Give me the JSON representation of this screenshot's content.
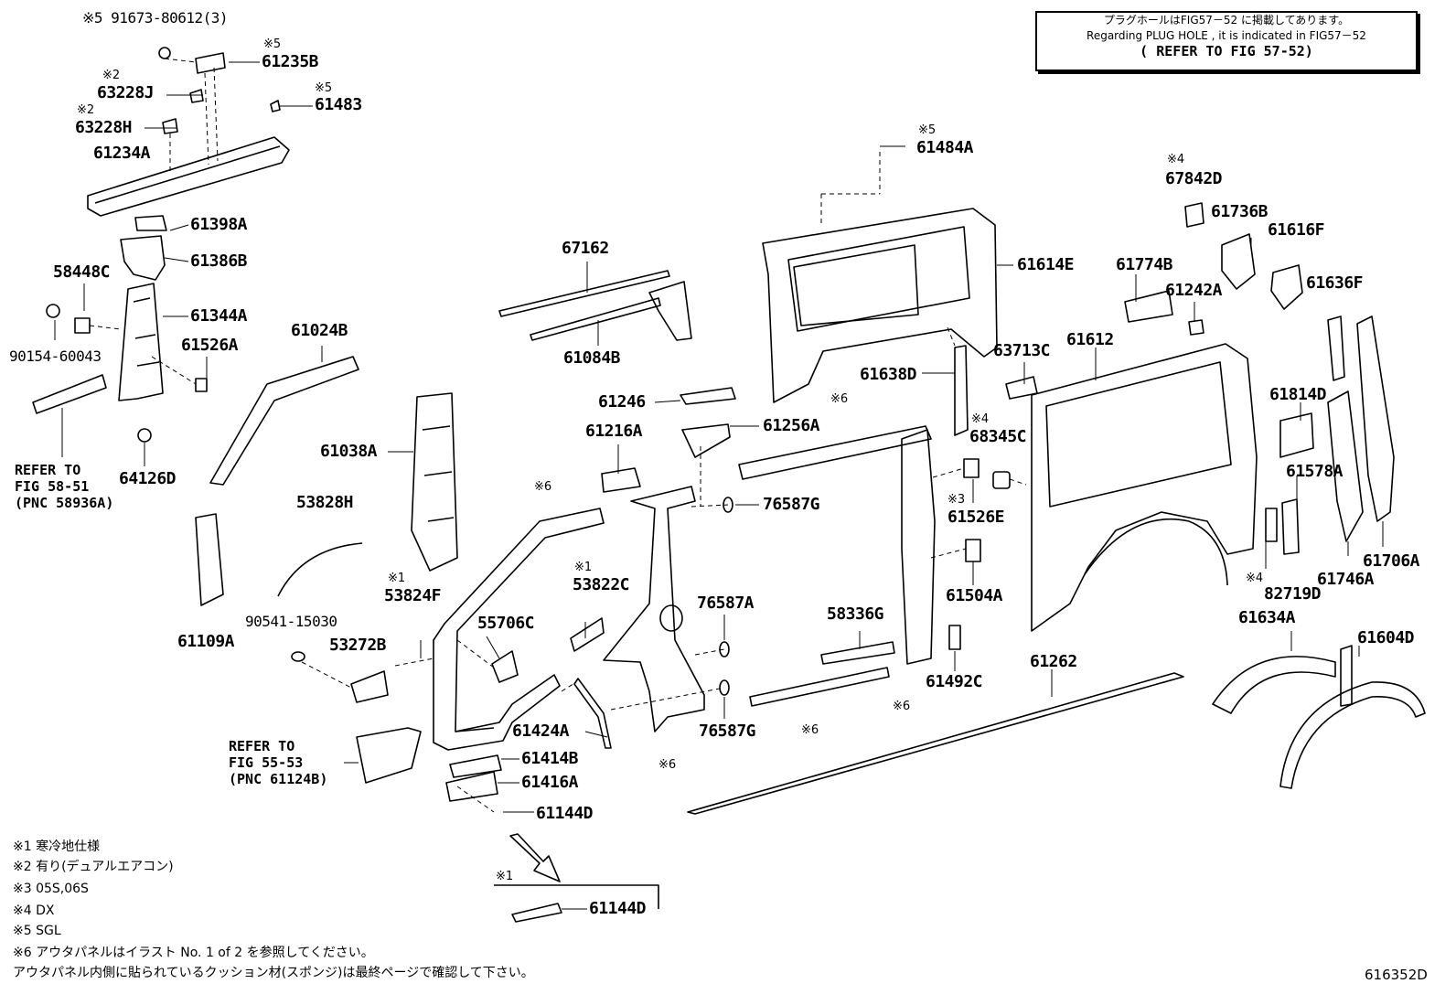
{
  "refer_box": {
    "line1": "プラグホールはFIG57－52 に掲載してあります。",
    "line2": "Regarding PLUG HOLE , it is indicated in FIG57－52",
    "line3": "( REFER TO FIG 57-52)"
  },
  "labels": {
    "p91673": "※5 91673-80612(3)",
    "p61235B": "61235B",
    "p63228J": "63228J",
    "p61483": "61483",
    "p63228H": "63228H",
    "p61234A": "61234A",
    "p61398A": "61398A",
    "p61386B": "61386B",
    "p58448C": "58448C",
    "p61344A": "61344A",
    "p90154": "90154-60043",
    "p61526A": "61526A",
    "p64126D": "64126D",
    "p61024B": "61024B",
    "p67162": "67162",
    "p61084B": "61084B",
    "p61484A": "61484A",
    "p61614E": "61614E",
    "p67842D": "67842D",
    "p61736B": "61736B",
    "p61616F": "61616F",
    "p61774B": "61774B",
    "p61242A": "61242A",
    "p61636F": "61636F",
    "p63713C": "63713C",
    "p61612": "61612",
    "p61638D": "61638D",
    "p61246": "61246",
    "p61256A": "61256A",
    "p61216A": "61216A",
    "p61038A": "61038A",
    "p68345C": "68345C",
    "p61814D": "61814D",
    "p61578A": "61578A",
    "p61526E": "61526E",
    "p76587G_a": "76587G",
    "p53828H": "53828H",
    "p61109A": "61109A",
    "p53824F": "53824F",
    "p53822C": "53822C",
    "p55706C": "55706C",
    "p76587A": "76587A",
    "p58336G": "58336G",
    "p61504A": "61504A",
    "p82719D": "82719D",
    "p61706A": "61706A",
    "p61746A": "61746A",
    "p90541": "90541-15030",
    "p53272B": "53272B",
    "p61634A": "61634A",
    "p61604D": "61604D",
    "p61262": "61262",
    "p61492C": "61492C",
    "p61424A": "61424A",
    "p76587G_b": "76587G",
    "p61414B": "61414B",
    "p61416A": "61416A",
    "p61144D_a": "61144D",
    "p61144D_b": "61144D"
  },
  "marks": {
    "m5": "※5",
    "m2": "※2",
    "m4": "※4",
    "m6": "※6",
    "m3": "※3",
    "m1": "※1"
  },
  "refers": {
    "fig58_1": "REFER TO",
    "fig58_2": "FIG 58-51",
    "fig58_3": "(PNC 58936A)",
    "fig55_1": "REFER TO",
    "fig55_2": "FIG 55-53",
    "fig55_3": "(PNC 61124B)"
  },
  "notes": [
    "※1 寒冷地仕様",
    "※2 有り(デュアルエアコン)",
    "※3 05S,06S",
    "※4 DX",
    "※5 SGL",
    "※6 アウタパネルはイラスト No. 1 of 2 を参照してください。",
    "アウタパネル内側に貼られているクッション材(スポンジ)は最終ページで確認して下さい。"
  ],
  "figure_number": "616352D"
}
